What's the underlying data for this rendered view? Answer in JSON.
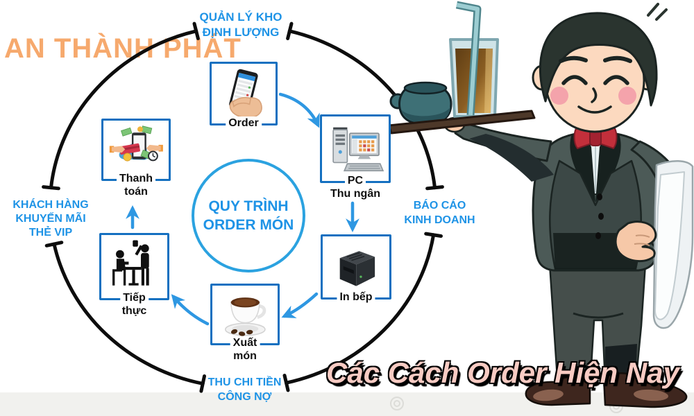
{
  "watermark": "AN THÀNH PHÁT",
  "big_title": "Các Cách Order Hiện Nay",
  "center_circle": {
    "line1": "QUY TRÌNH",
    "line2": "ORDER MÓN"
  },
  "outer_labels": {
    "top": {
      "line1": "QUẢN LÝ KHO",
      "line2": "ĐỊNH LƯỢNG"
    },
    "left": {
      "line1": "KHÁCH HÀNG",
      "line2": "KHUYẾN MÃI",
      "line3": "THẺ VIP"
    },
    "right": {
      "line1": "BÁO CÁO",
      "line2": "KINH DOANH"
    },
    "bottom": {
      "line1": "THU CHI TIỀN",
      "line2": "CÔNG NỢ"
    }
  },
  "steps": [
    {
      "id": "order",
      "icon": "smartphone-order-icon",
      "line1": "Order",
      "line2": ""
    },
    {
      "id": "pc-thu-ngan",
      "icon": "pos-computer-icon",
      "line1": "PC",
      "line2": "Thu ngân"
    },
    {
      "id": "in-bep",
      "icon": "kitchen-printer-icon",
      "line1": "In bếp",
      "line2": ""
    },
    {
      "id": "xuat-mon",
      "icon": "coffee-cup-icon",
      "line1": "Xuất",
      "line2": "món"
    },
    {
      "id": "tiep-thuc",
      "icon": "table-service-icon",
      "line1": "Tiếp",
      "line2": "thực"
    },
    {
      "id": "thanh-toan",
      "icon": "payment-icon",
      "line1": "Thanh",
      "line2": "toán"
    }
  ],
  "flow_sequence": [
    "Order",
    "PC Thu ngân",
    "In bếp",
    "Xuất món",
    "Tiếp thực",
    "Thanh toán"
  ],
  "colors": {
    "label_blue": "#1e93e6",
    "box_border_blue": "#1470c0",
    "arrow_blue": "#2e97e2",
    "circle_border_blue": "#2ba2e0",
    "arc_black": "#0d0d0d",
    "watermark_orange": "#f6a96d",
    "title_pink": "#f8cbc3"
  }
}
